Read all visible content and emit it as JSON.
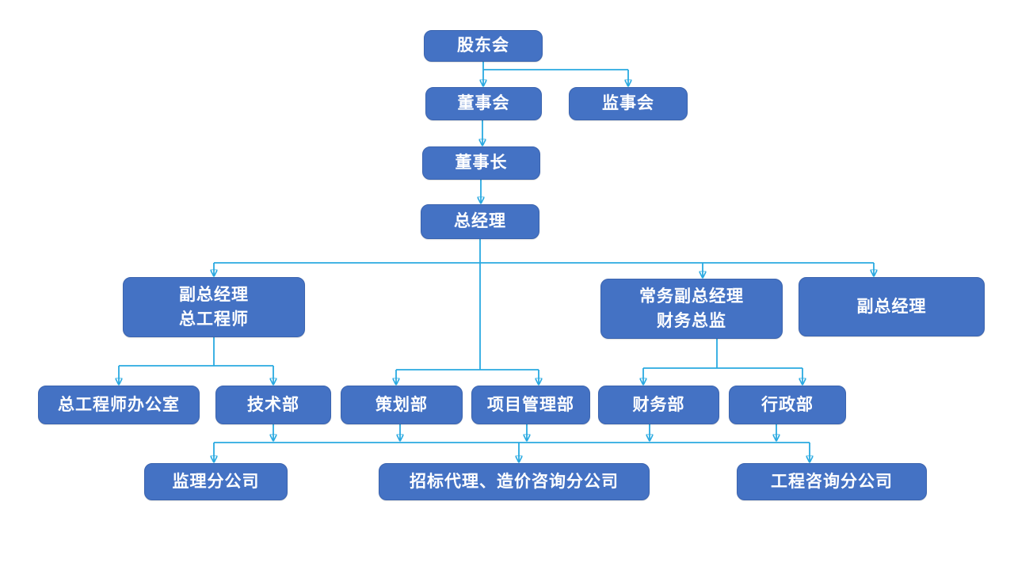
{
  "colors": {
    "background": "#ffffff",
    "node_fill": "#4472C4",
    "node_border": "#3A63AE",
    "node_text": "#ffffff",
    "connector": "#29A9E1"
  },
  "nodes": {
    "shareholders": {
      "label": "股东会"
    },
    "board_of_directors": {
      "label": "董事会"
    },
    "supervisory_board": {
      "label": "监事会"
    },
    "chairman": {
      "label": "董事长"
    },
    "general_manager": {
      "label": "总经理"
    },
    "deputy_gm_chief_engineer": {
      "label": "副总经理\n总工程师"
    },
    "executive_deputy_gm_cfo": {
      "label": "常务副总经理\n财务总监"
    },
    "deputy_gm": {
      "label": "副总经理"
    },
    "chief_engineer_office": {
      "label": "总工程师办公室"
    },
    "technology_dept": {
      "label": "技术部"
    },
    "planning_dept": {
      "label": "策划部"
    },
    "project_management_dept": {
      "label": "项目管理部"
    },
    "finance_dept": {
      "label": "财务部"
    },
    "administration_dept": {
      "label": "行政部"
    },
    "supervision_branch": {
      "label": "监理分公司"
    },
    "bidding_cost_consulting_branch": {
      "label": "招标代理、造价咨询分公司"
    },
    "engineering_consulting_branch": {
      "label": "工程咨询分公司"
    }
  },
  "edges": [
    {
      "from": "股东会",
      "to": "董事会"
    },
    {
      "from": "股东会",
      "to": "监事会"
    },
    {
      "from": "董事会",
      "to": "董事长"
    },
    {
      "from": "董事长",
      "to": "总经理"
    },
    {
      "from": "总经理",
      "to": "副总经理/总工程师"
    },
    {
      "from": "总经理",
      "to": "常务副总经理/财务总监"
    },
    {
      "from": "总经理",
      "to": "副总经理"
    },
    {
      "from": "总经理",
      "to": "策划部"
    },
    {
      "from": "总经理",
      "to": "项目管理部"
    },
    {
      "from": "副总经理/总工程师",
      "to": "总工程师办公室"
    },
    {
      "from": "副总经理/总工程师",
      "to": "技术部"
    },
    {
      "from": "常务副总经理/财务总监",
      "to": "财务部"
    },
    {
      "from": "常务副总经理/财务总监",
      "to": "行政部"
    },
    {
      "from": "技术部、策划部、项目管理部、财务部、行政部",
      "to": "监理分公司、招标代理、造价咨询分公司、工程咨询分公司",
      "type": "shared-bus"
    }
  ]
}
